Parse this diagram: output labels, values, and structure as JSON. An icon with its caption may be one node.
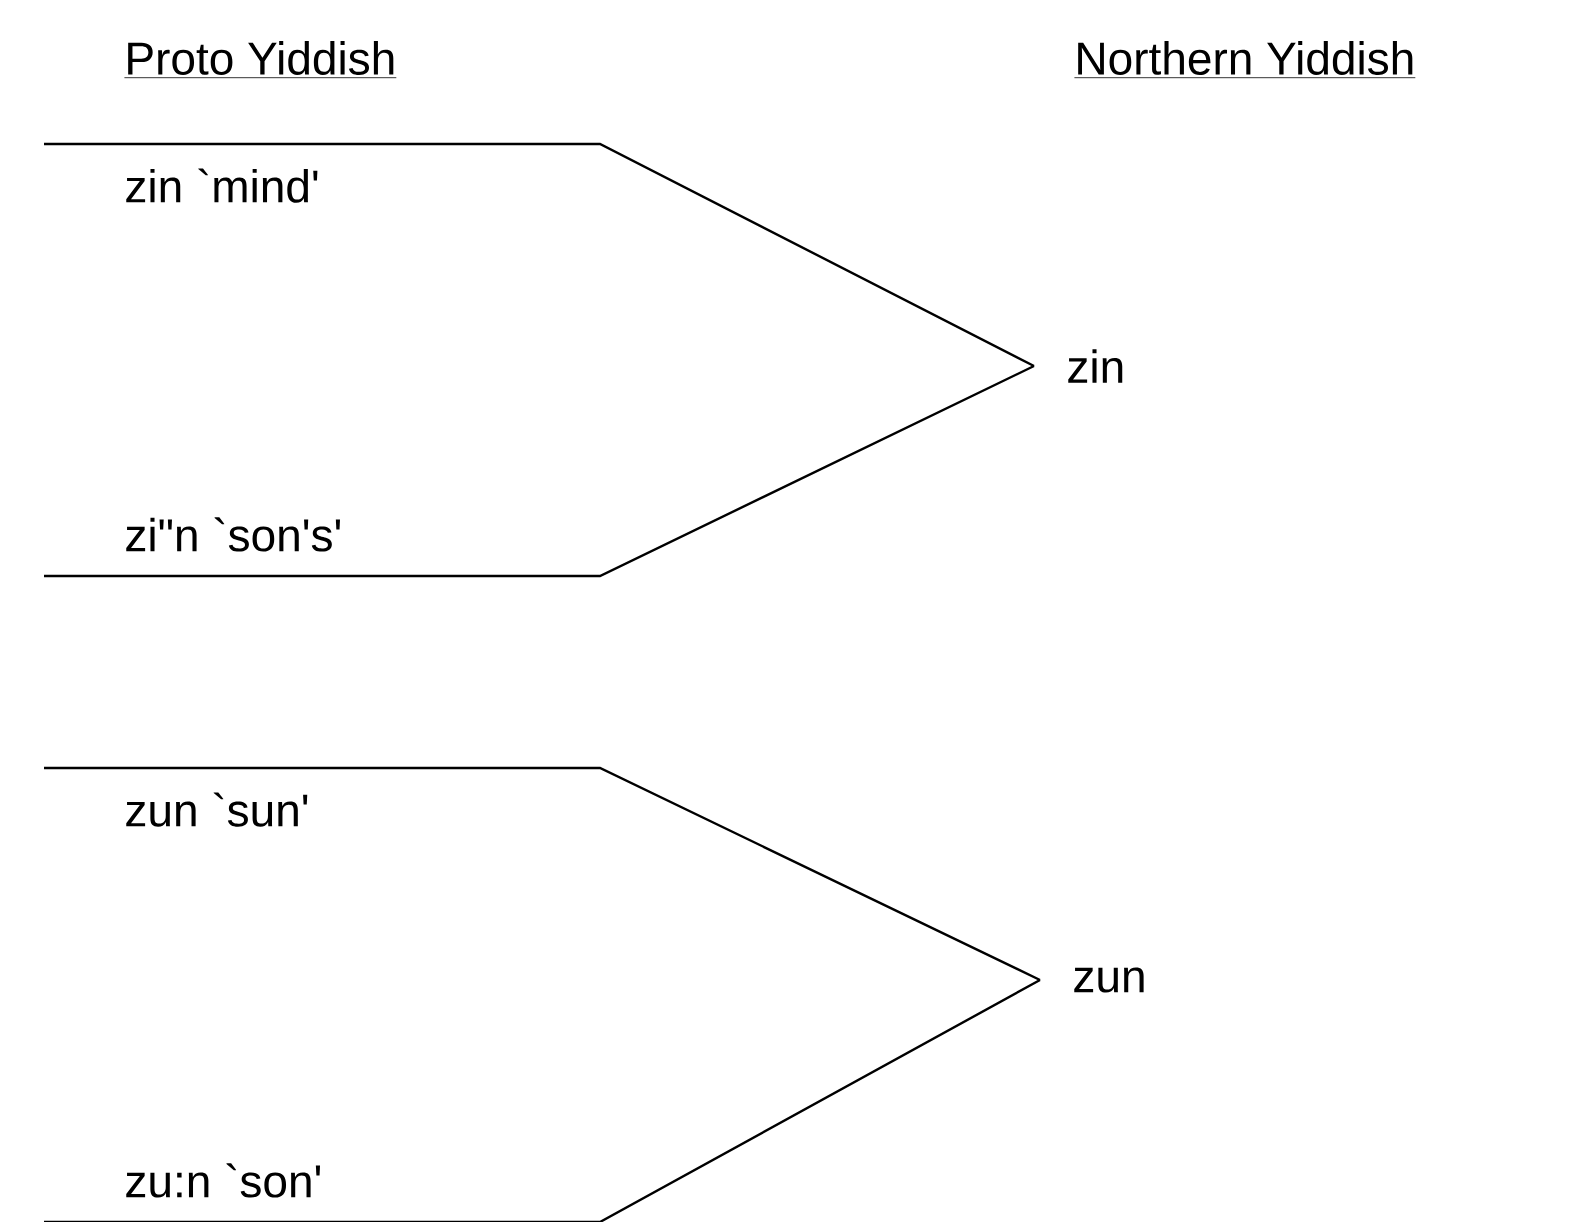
{
  "diagram": {
    "nodes": [
      {
        "text": [
          "zin `mind'"
        ]
      },
      {
        "text": [
          "zi\"n `son's'"
        ]
      },
      {
        "text": [
          "zin"
        ]
      },
      {
        "text": [
          "zun `sun'"
        ]
      },
      {
        "text": [
          "zu:n `son'"
        ]
      },
      {
        "text": [
          "zun"
        ]
      }
    ],
    "edges": [
      {
        "from": 0,
        "to": 2,
        "arrow": "none"
      },
      {
        "from": 1,
        "to": 2,
        "arrow": "none"
      },
      {
        "from": 3,
        "to": 5,
        "arrow": "none"
      },
      {
        "from": 4,
        "to": 5,
        "arrow": "none"
      }
    ],
    "labels": [
      "Proto Yiddish",
      "Northern Yiddish"
    ]
  }
}
